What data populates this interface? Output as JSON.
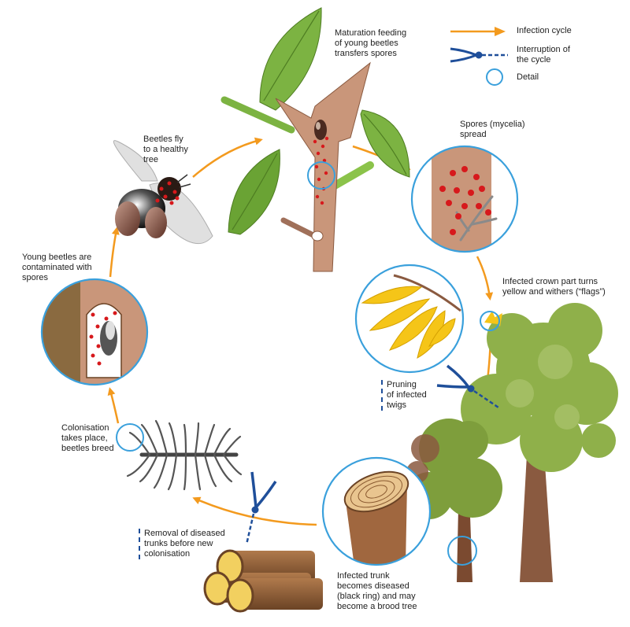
{
  "colors": {
    "arrow": "#f39a1e",
    "interrupt": "#1f4f9a",
    "detail": "#3aa0dc",
    "spore": "#d7191c",
    "wood": "#c48a5c",
    "leaf": "#6ea83a",
    "crown": "#8fb04a",
    "yellow": "#f5c518"
  },
  "legend": {
    "infection": "Infection cycle",
    "interruption": "Interruption of\nthe cycle",
    "detail": "Detail"
  },
  "labels": {
    "maturation": "Maturation feeding\nof young beetles\ntransfers spores",
    "beetles_fly": "Beetles fly\nto a healthy\ntree",
    "spores_spread": "Spores (mycelia)\nspread",
    "crown_flags": "Infected crown part turns\nyellow and withers (“flags”)",
    "young_beetles": "Young beetles are\ncontaminated with\nspores",
    "pruning": "Pruning\nof infected\ntwigs",
    "colonisation": "Colonisation\ntakes place,\nbeetles breed",
    "removal": "Removal of diseased\ntrunks before new\ncolonisation",
    "infected_trunk": "Infected trunk\nbecomes diseased\n(black ring) and may\nbecome a brood tree"
  },
  "icons": {
    "legend_arrow": "arrow-right-icon",
    "legend_scissors": "scissors-icon",
    "legend_circle": "detail-circle-icon"
  }
}
